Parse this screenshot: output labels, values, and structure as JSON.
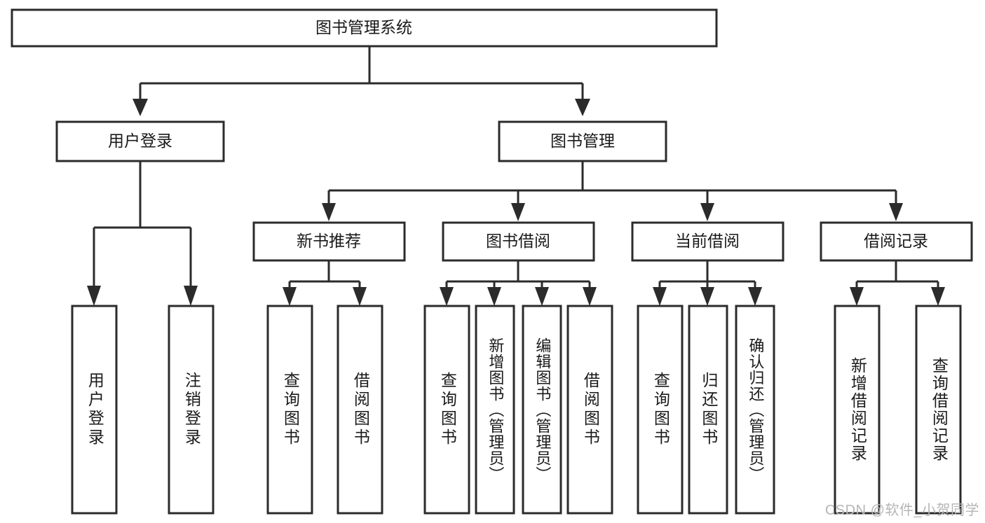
{
  "diagram": {
    "type": "tree",
    "title": "图书管理系统",
    "orientation": "top-down",
    "background_color": "#ffffff",
    "line_color": "#2b2b2b",
    "text_color": "#1a1a1a",
    "root": {
      "id": "root",
      "label": "图书管理系统"
    },
    "level2": [
      {
        "id": "user-login",
        "label": "用户登录"
      },
      {
        "id": "book-manage",
        "label": "图书管理"
      }
    ],
    "level3": [
      {
        "id": "new-book-rec",
        "label": "新书推荐",
        "parent": "book-manage"
      },
      {
        "id": "book-borrow",
        "label": "图书借阅",
        "parent": "book-manage"
      },
      {
        "id": "current-borrow",
        "label": "当前借阅",
        "parent": "book-manage"
      },
      {
        "id": "borrow-record",
        "label": "借阅记录",
        "parent": "book-manage"
      }
    ],
    "leaves": [
      {
        "id": "leaf-user-login",
        "label": "用户登录",
        "parent": "user-login"
      },
      {
        "id": "leaf-logout-login",
        "label": "注销登录",
        "parent": "user-login"
      },
      {
        "id": "leaf-query-book-1",
        "label": "查询图书",
        "parent": "new-book-rec"
      },
      {
        "id": "leaf-borrow-book-1",
        "label": "借阅图书",
        "parent": "new-book-rec"
      },
      {
        "id": "leaf-query-book-2",
        "label": "查询图书",
        "parent": "book-borrow"
      },
      {
        "id": "leaf-add-book",
        "label": "新增图书（管理员）",
        "parent": "book-borrow"
      },
      {
        "id": "leaf-edit-book",
        "label": "编辑图书（管理员）",
        "parent": "book-borrow"
      },
      {
        "id": "leaf-borrow-book-2",
        "label": "借阅图书",
        "parent": "book-borrow"
      },
      {
        "id": "leaf-query-book-3",
        "label": "查询图书",
        "parent": "current-borrow"
      },
      {
        "id": "leaf-return-book",
        "label": "归还图书",
        "parent": "current-borrow"
      },
      {
        "id": "leaf-confirm-return",
        "label": "确认归还（管理员）",
        "parent": "current-borrow"
      },
      {
        "id": "leaf-add-record",
        "label": "新增借阅记录",
        "parent": "borrow-record"
      },
      {
        "id": "leaf-query-record",
        "label": "查询借阅记录",
        "parent": "borrow-record"
      }
    ]
  },
  "watermark": {
    "text": "CSDN @软件_小贺同学"
  }
}
